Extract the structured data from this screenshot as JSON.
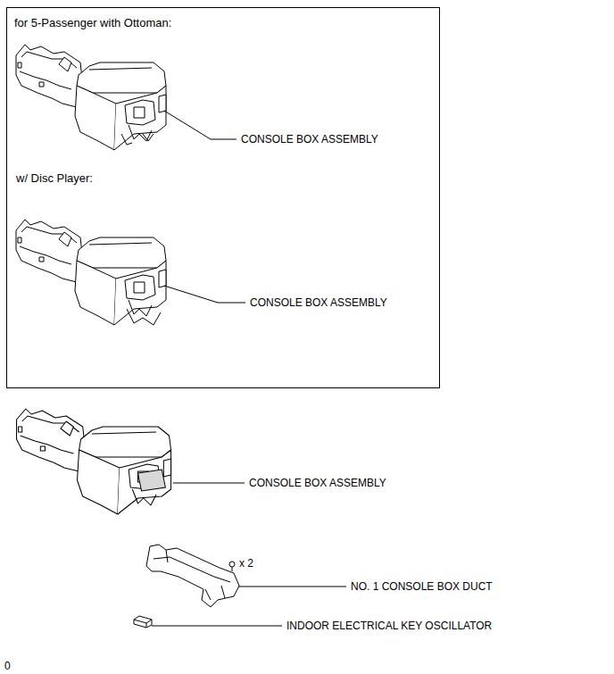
{
  "diagram": {
    "nodes": [
      {
        "text": [
          "for 5-Passenger with Ottoman:",
          "w/ Disc Player:"
        ]
      }
    ],
    "labels": [
      "CONSOLE BOX ASSEMBLY",
      "CONSOLE BOX ASSEMBLY",
      "CONSOLE BOX ASSEMBLY",
      "x 2",
      "NO. 1 CONSOLE BOX DUCT",
      "INDOOR ELECTRICAL KEY OSCILLATOR",
      "0"
    ]
  }
}
